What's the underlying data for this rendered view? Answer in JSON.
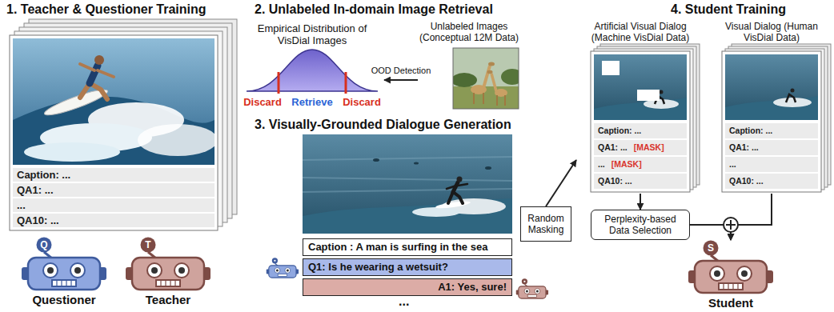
{
  "diagram": {
    "nodes": [
      {
        "text": [
          "Caption: ...",
          "QA1: ...",
          "...",
          "QA10: ..."
        ]
      },
      {
        "text": [
          "Q",
          "Questioner"
        ]
      },
      {
        "text": [
          "T",
          "Teacher"
        ]
      },
      {
        "text": [
          "Empirical Distribution of VisDial Images",
          "Discard",
          "Retrieve",
          "Discard"
        ]
      },
      {
        "text": [
          "Unlabeled Images (Conceptual 12M Data)"
        ]
      },
      {
        "text": [
          "Caption : A man is surfing in the sea"
        ]
      },
      {
        "text": [
          "Q1: Is he wearing a wetsuit?"
        ]
      },
      {
        "text": [
          "A1: Yes, sure!"
        ]
      },
      {
        "text": [
          "Random Masking"
        ]
      },
      {
        "text": [
          "Artificial Visual Dialog (Machine VisDial Data)",
          "Caption: ...",
          "QA1: ...",
          "[MASK]",
          "...",
          "[MASK]",
          "QA10: ..."
        ]
      },
      {
        "text": [
          "Visual Dialog (Human VisDial Data)",
          "Caption: ...",
          "QA1: ...",
          "...",
          "QA10: ..."
        ]
      },
      {
        "text": [
          "Perplexity-based Data Selection"
        ]
      },
      {
        "text": [
          "S",
          "Student"
        ]
      }
    ],
    "edges": [
      {
        "from": 4,
        "to": 3,
        "label": "OOD Detection",
        "arrow": "to"
      },
      {
        "from": 8,
        "to": 9,
        "arrow": "to"
      },
      {
        "from": 9,
        "to": 11,
        "arrow": "to"
      },
      {
        "from": 11,
        "to": 12,
        "arrow": "to"
      },
      {
        "from": 10,
        "to": 12,
        "arrow": "to"
      }
    ],
    "labels": [
      "1. Teacher & Questioner Training",
      "2. Unlabeled In-domain Image Retrieval",
      "3. Visually-Grounded Dialogue Generation",
      "4. Student Training",
      "..."
    ]
  }
}
